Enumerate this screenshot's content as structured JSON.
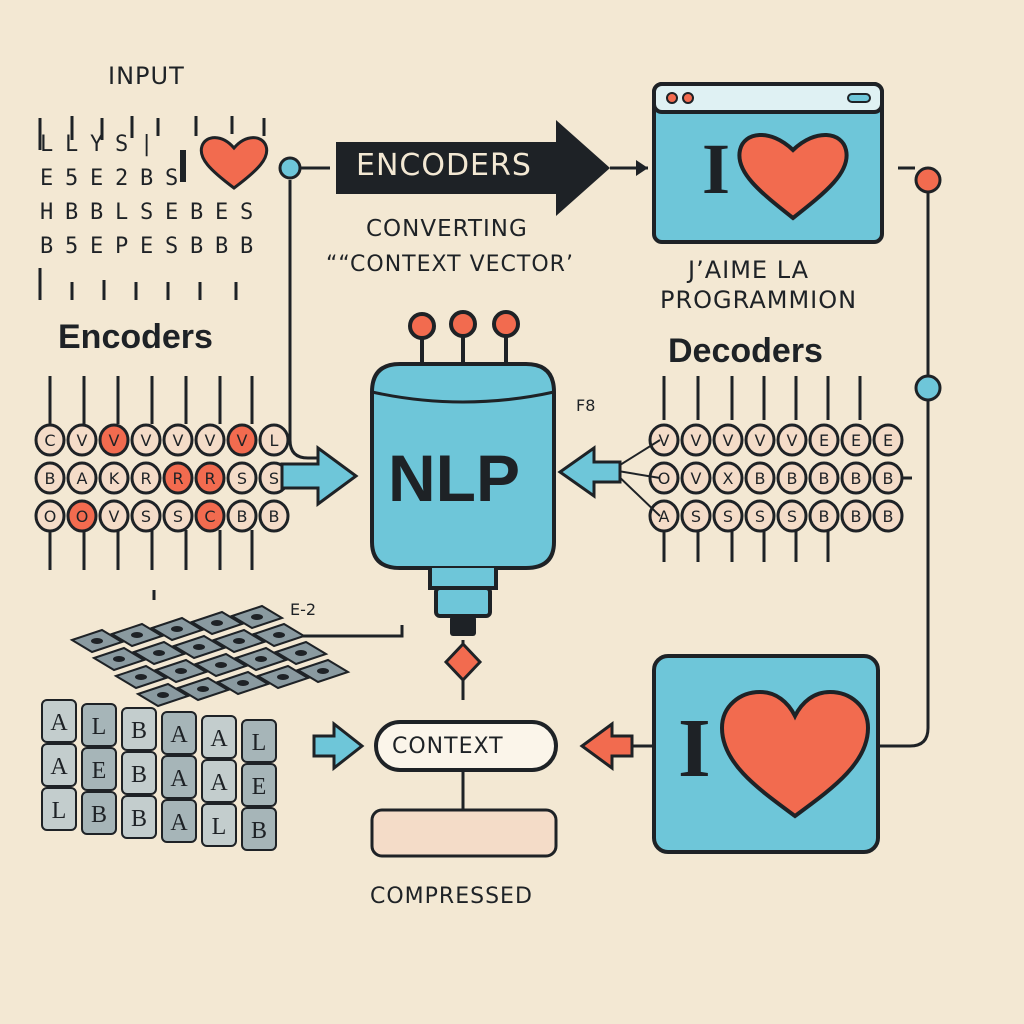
{
  "labels": {
    "input": "INPUT",
    "encoders_arrow": "ENCODERS",
    "converting": "CONVERTING",
    "context_vector": "““CONTEXT VECTOR’",
    "french_line1": "J’AIME LA",
    "french_line2": "PROGRAMMION",
    "encoders": "Encoders",
    "decoders": "Decoders",
    "nlp": "NLP",
    "context": "CONTEXT",
    "compressed": "COMPRESSED",
    "window_i_top": "I",
    "window_i_bottom": "I",
    "side_mark": "F8",
    "left_mark": "E-2"
  },
  "input_grid": [
    [
      "L",
      "L",
      "Y",
      "S",
      "|"
    ],
    [
      "E",
      "5",
      "E",
      "2",
      "B",
      "S"
    ],
    [
      "H",
      "B",
      "B",
      "L",
      "S",
      "E",
      "B",
      "E",
      "S"
    ],
    [
      "B",
      "5",
      "E",
      "P",
      "E",
      "S",
      "B",
      "B",
      "B"
    ]
  ],
  "encoder_rows": [
    [
      "C",
      "V",
      "V",
      "V",
      "V",
      "V",
      "V",
      "L"
    ],
    [
      "B",
      "A",
      "K",
      "R",
      "R",
      "R",
      "S",
      "S"
    ],
    [
      "O",
      "O",
      "V",
      "S",
      "S",
      "C",
      "B",
      "B"
    ]
  ],
  "decoder_rows": [
    [
      "V",
      "V",
      "V",
      "V",
      "V",
      "E",
      "E",
      "E"
    ],
    [
      "O",
      "V",
      "X",
      "B",
      "B",
      "B",
      "B",
      "B"
    ],
    [
      "A",
      "S",
      "S",
      "S",
      "S",
      "B",
      "B",
      "B"
    ]
  ],
  "cube_letters": [
    "A",
    "A",
    "L",
    "L",
    "E",
    "B",
    "B",
    "B",
    "B",
    "A",
    "A",
    "A"
  ],
  "colors": {
    "background": "#f3e8d3",
    "ink": "#1e2226",
    "teal": "#6ec6d9",
    "coral": "#f26b4f"
  }
}
